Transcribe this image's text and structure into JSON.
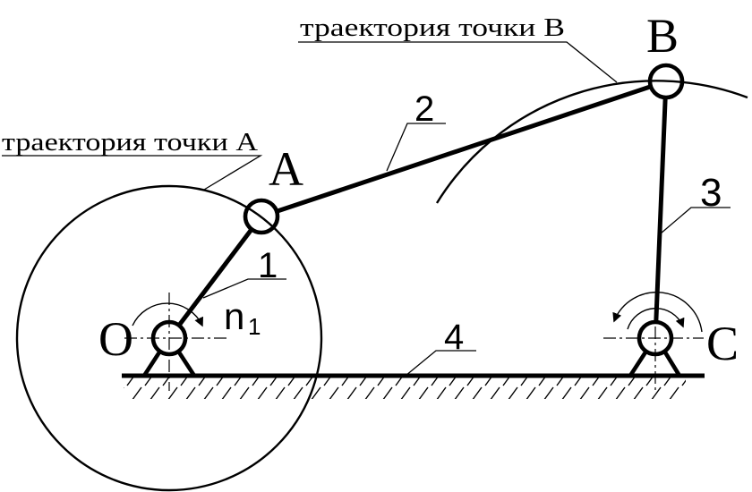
{
  "diagram": {
    "title_hint": "four-bar linkage kinematic scheme",
    "trajectory_a_label": "траектория точки А",
    "trajectory_b_label": "траектория точки В",
    "points": {
      "o": "O",
      "a": "A",
      "b": "B",
      "c": "C"
    },
    "link_numbers": {
      "crank": "1",
      "coupler": "2",
      "rocker": "3",
      "ground": "4"
    },
    "speed_label": {
      "base": "n",
      "sub": "1"
    }
  },
  "colors": {
    "line": "#000000",
    "background": "#ffffff"
  }
}
